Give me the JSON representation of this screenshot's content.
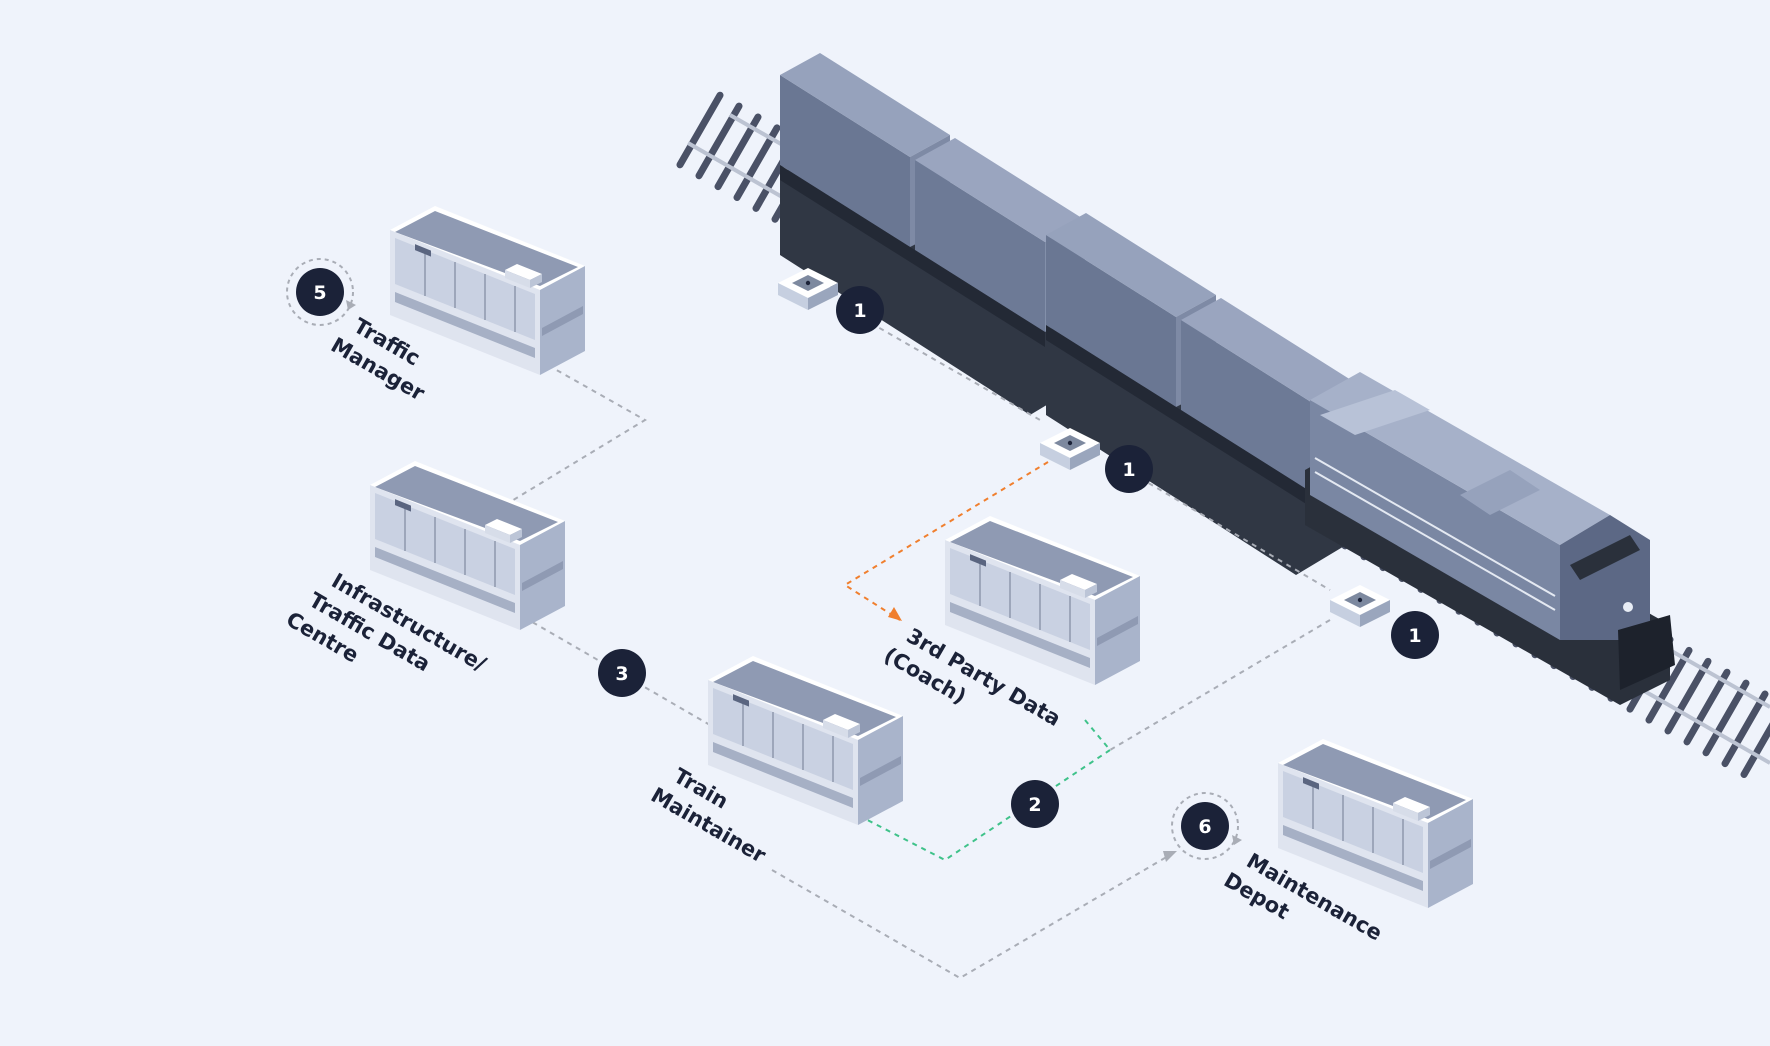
{
  "colors": {
    "background": "#eff3fb",
    "badge": "#1b2238",
    "flow_default": "#a9adb6",
    "flow_orange": "#f07f2e",
    "flow_green": "#3fc28a",
    "container": "#7d8aa6",
    "locomotive": "#5d6a86"
  },
  "nodes": {
    "traffic_manager": {
      "line1": "Traffic",
      "line2": "Manager",
      "badge": "5"
    },
    "infrastructure": {
      "line1": "Infrastructure/",
      "line2": "Traffic Data",
      "line3": "Centre"
    },
    "third_party": {
      "line1": "3rd Party Data",
      "line2": "(Coach)"
    },
    "train_maintainer": {
      "line1": "Train",
      "line2": "Maintainer"
    },
    "maintenance_depot": {
      "line1": "Maintenance",
      "line2": "Depot",
      "badge": "6"
    }
  },
  "sensors": [
    {
      "badge": "1"
    },
    {
      "badge": "1"
    },
    {
      "badge": "1"
    }
  ],
  "flow_badges": {
    "to_maintainer": "2",
    "to_infrastructure": "3"
  }
}
